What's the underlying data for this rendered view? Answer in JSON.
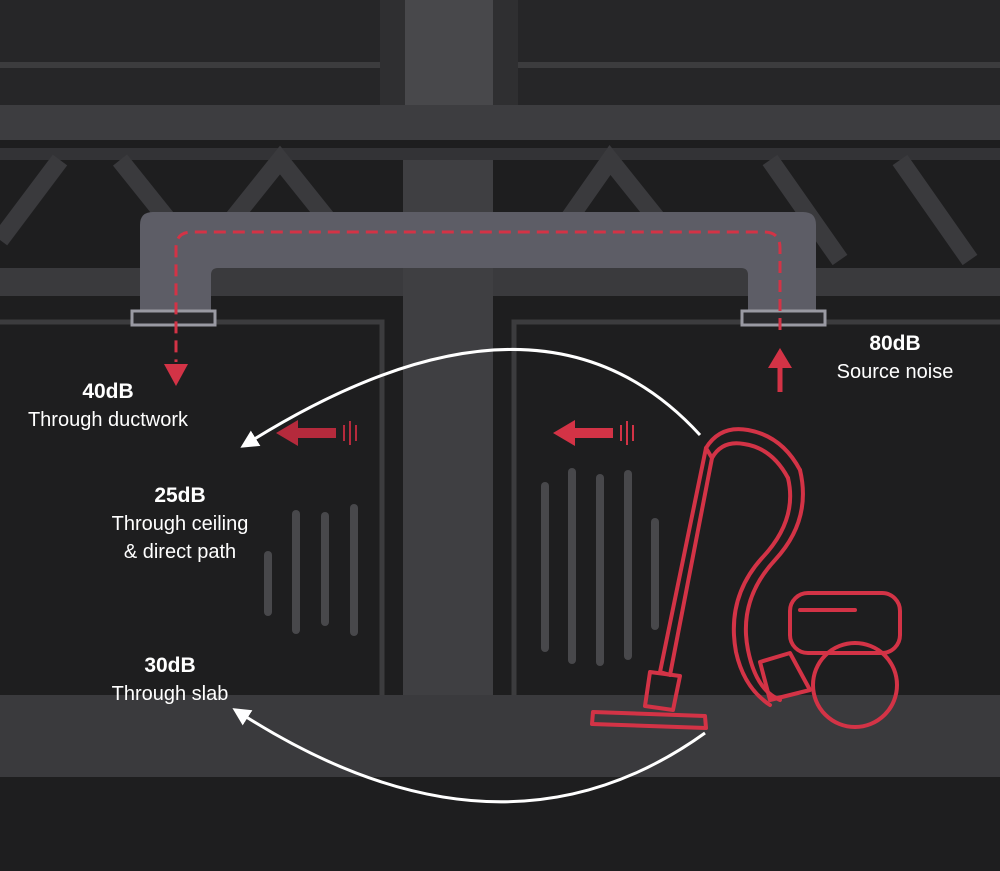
{
  "labels": {
    "source": {
      "level": "80dB",
      "desc": "Source noise"
    },
    "ductwork": {
      "level": "40dB",
      "desc": "Through ductwork"
    },
    "ceiling": {
      "level": "25dB",
      "desc_line1": "Through ceiling",
      "desc_line2": "& direct path"
    },
    "slab": {
      "level": "30dB",
      "desc": "Through slab"
    }
  },
  "colors": {
    "background": "#1e1e1f",
    "structure": "#3c3c3e",
    "duct": "#5d5d66",
    "accent_red": "#d33346",
    "arrow_white": "#ffffff"
  },
  "icons": [
    "vacuum-cleaner-icon",
    "sound-wave-icon",
    "arrow-icon"
  ]
}
